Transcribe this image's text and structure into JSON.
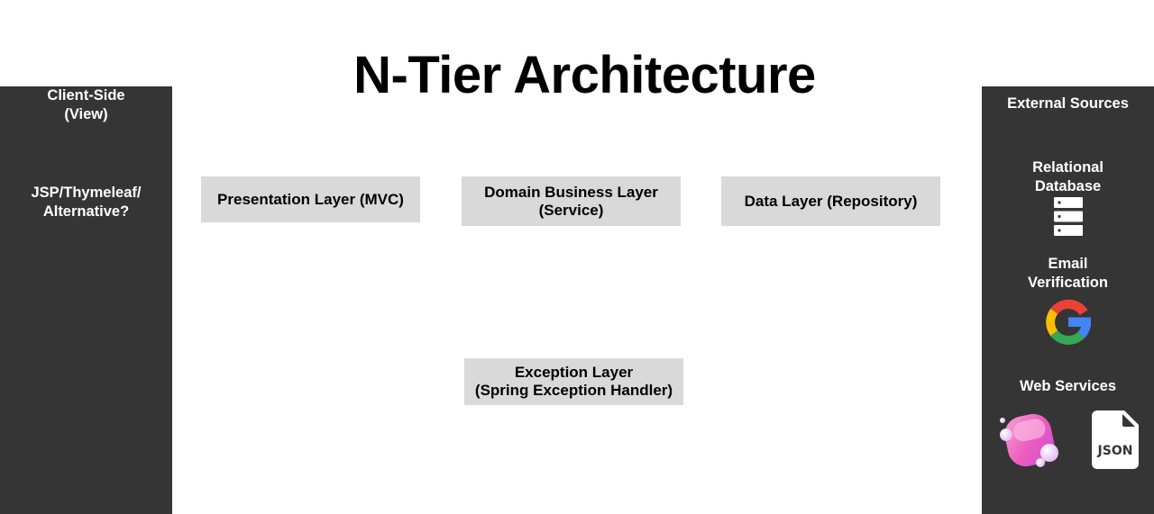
{
  "title": "N-Tier Architecture",
  "left_panel": {
    "heading": "Client-Side\n(View)",
    "subtext": "JSP/Thymeleaf/\nAlternative?"
  },
  "layers": {
    "presentation": "Presentation Layer (MVC)",
    "domain": "Domain Business Layer\n(Service)",
    "data": "Data Layer (Repository)",
    "exception": "Exception Layer\n(Spring Exception Handler)"
  },
  "right_panel": {
    "heading": "External Sources",
    "database": "Relational\nDatabase",
    "email": "Email\nVerification",
    "web_services": "Web Services",
    "json_text": "JSON"
  },
  "icons": {
    "database": "server-stack-icon",
    "email": "google-icon",
    "web_services_1": "blob-app-icon",
    "web_services_2": "json-file-icon"
  },
  "colors": {
    "panel": "#353535",
    "layer_box": "#d9d9d9"
  }
}
